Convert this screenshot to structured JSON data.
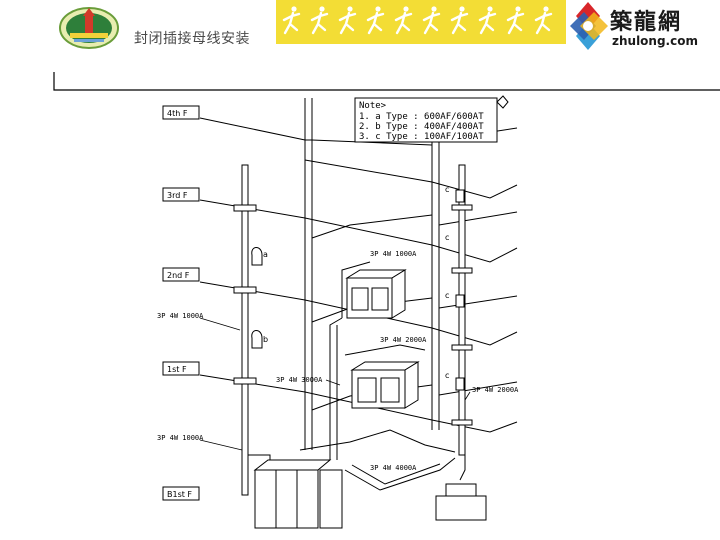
{
  "header": {
    "title": "封闭插接母线安装",
    "brand_name": "築龍網",
    "brand_url": "zhulong.com"
  },
  "diagram": {
    "floors": [
      "4th F",
      "3rd F",
      "2nd F",
      "1st F",
      "B1st F"
    ],
    "note": {
      "title": "Note>",
      "lines": [
        "1. a Type : 600AF/600AT",
        "2. b Type : 400AF/400AT",
        "3. c Type : 100AF/100AT"
      ]
    },
    "type_markers": [
      "a",
      "b",
      "c",
      "c",
      "c",
      "c"
    ],
    "busway_labels": [
      "3P 4W 1000A",
      "3P 4W 1000A",
      "3P 4W 1000A",
      "3P 4W 2000A",
      "3P 4W 3000A",
      "3P 4W 2000A",
      "3P 4W 4000A"
    ]
  },
  "colors": {
    "banner": "#f3dd35",
    "banner_figure": "#ffffff",
    "line": "#000000"
  }
}
